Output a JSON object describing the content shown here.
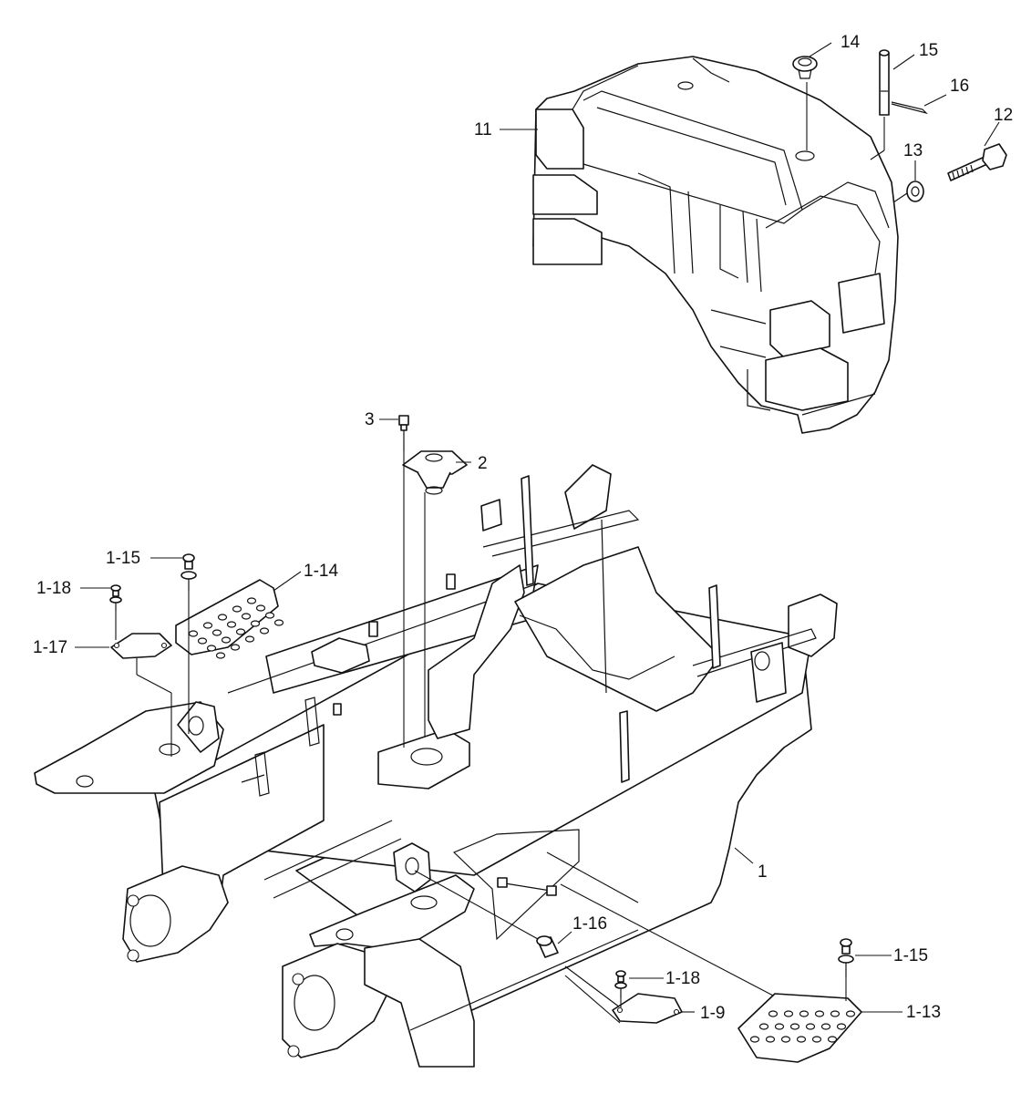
{
  "diagram": {
    "callouts": [
      {
        "id": "c-14",
        "text": "14"
      },
      {
        "id": "c-15a",
        "text": "15"
      },
      {
        "id": "c-16",
        "text": "16"
      },
      {
        "id": "c-12",
        "text": "12"
      },
      {
        "id": "c-11",
        "text": "11"
      },
      {
        "id": "c-13",
        "text": "13"
      },
      {
        "id": "c-3",
        "text": "3"
      },
      {
        "id": "c-2",
        "text": "2"
      },
      {
        "id": "c-1-15a",
        "text": "1-15"
      },
      {
        "id": "c-1-14",
        "text": "1-14"
      },
      {
        "id": "c-1-18a",
        "text": "1-18"
      },
      {
        "id": "c-1-17",
        "text": "1-17"
      },
      {
        "id": "c-1",
        "text": "1"
      },
      {
        "id": "c-1-16",
        "text": "1-16"
      },
      {
        "id": "c-1-15b",
        "text": "1-15"
      },
      {
        "id": "c-1-18b",
        "text": "1-18"
      },
      {
        "id": "c-1-9",
        "text": "1-9"
      },
      {
        "id": "c-1-13",
        "text": "1-13"
      }
    ]
  }
}
